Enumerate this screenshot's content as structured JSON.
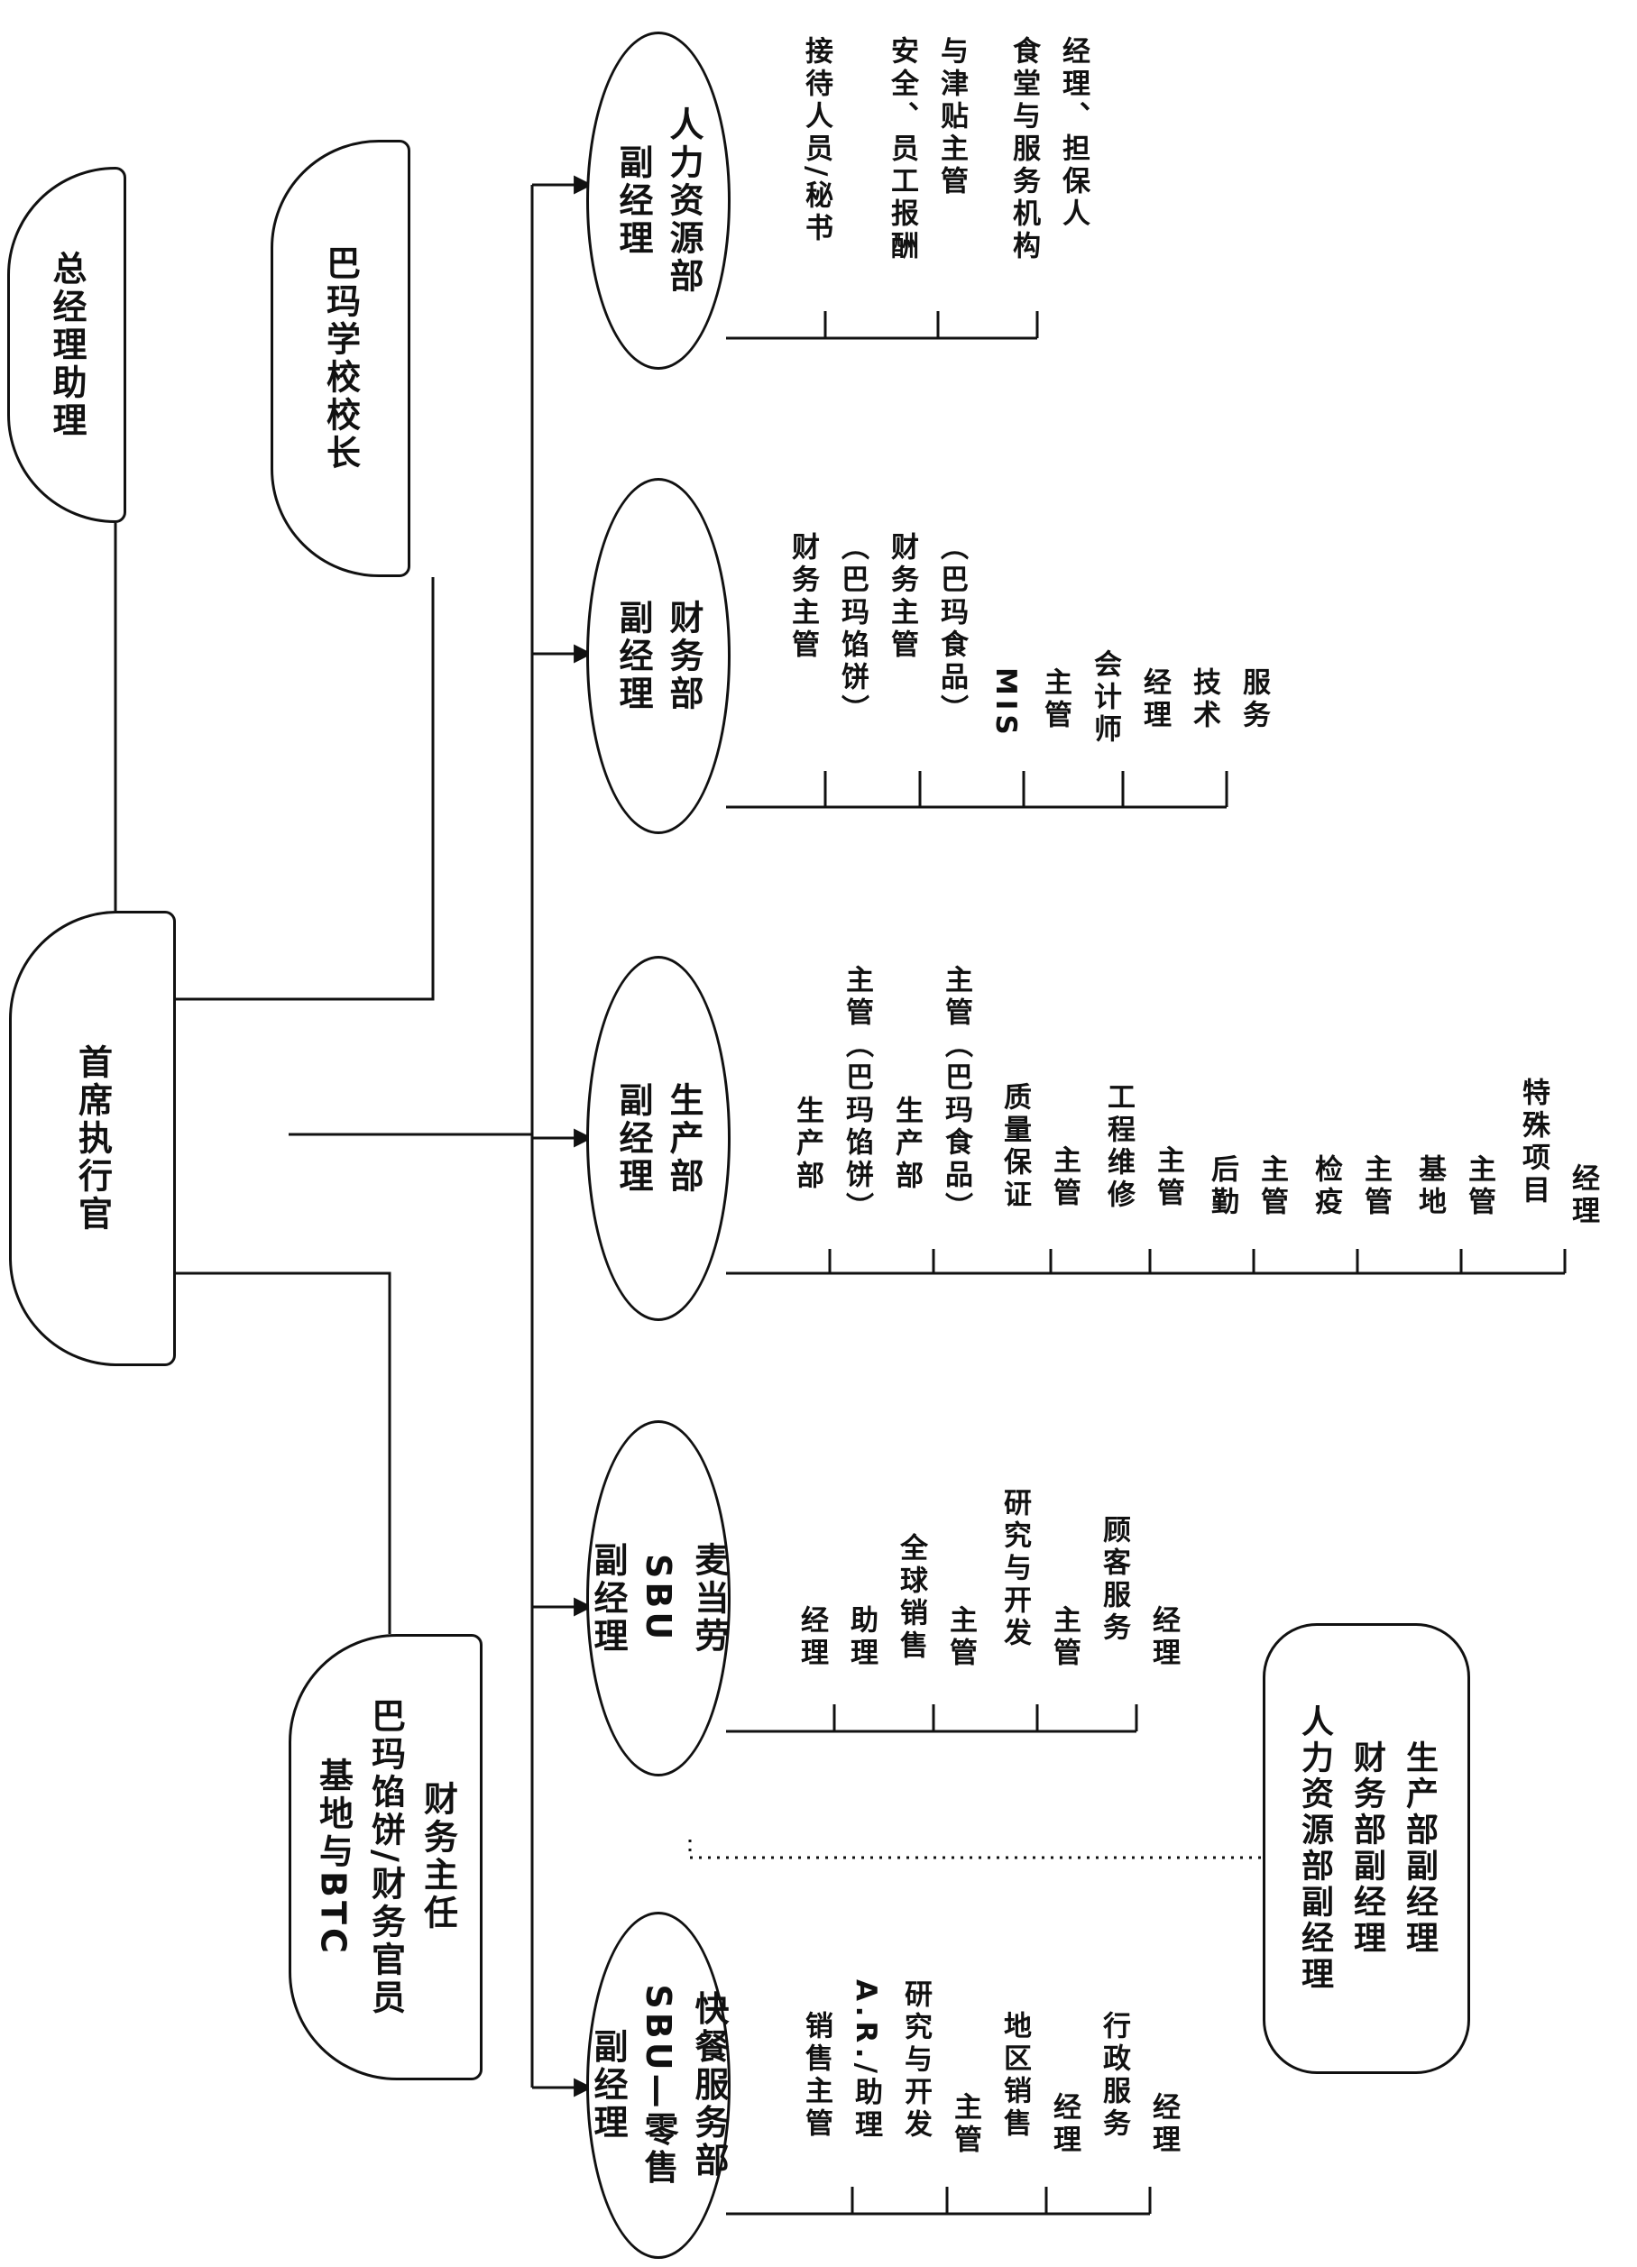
{
  "ceo": "首席执行官",
  "assistant_gm": "总经理助理",
  "school_principal": "巴玛学校校长",
  "finance_director": [
    "财务主任",
    "巴玛馅饼/财务官员",
    "基地与BTC"
  ],
  "departments": {
    "fastfood": {
      "title": [
        "快餐服务部",
        "SBU—零售",
        "副经理"
      ],
      "items": [
        "销售主管",
        "A.R./助理",
        "研究与开发",
        "主管",
        "地区销售",
        "经理",
        "行政服务",
        "经理"
      ]
    },
    "mcdonalds": {
      "title": [
        "麦当劳",
        "SBU",
        "副经理"
      ],
      "items": [
        "经理",
        "助理",
        "全球销售",
        "主管",
        "研究与开发",
        "主管",
        "顾客服务",
        "经理"
      ]
    },
    "production": {
      "title": [
        "生产部",
        "副经理"
      ],
      "items": [
        "生产部",
        "主管（巴玛馅饼）",
        "生产部",
        "主管（巴玛食品）",
        "质量保证",
        "主管",
        "工程维修",
        "主管",
        "后勤",
        "主管",
        "检疫",
        "主管",
        "基地",
        "主管",
        "特殊项目",
        "经理"
      ]
    },
    "finance": {
      "title": [
        "财务部",
        "副经理"
      ],
      "items": [
        "财务主管",
        "（巴玛馅饼）",
        "财务主管",
        "（巴玛食品）",
        "MIS",
        "主管",
        "会计师",
        "经理",
        "技术",
        "服务"
      ]
    },
    "hr": {
      "title": [
        "人力资源部",
        "副经理"
      ],
      "items": [
        "接待人员/秘书",
        "安全、员工报酬",
        "与津贴主管",
        "食堂与服务机构",
        "经理、担保人"
      ]
    }
  },
  "committee": [
    "生产部副经理",
    "财务部副经理",
    "人力资源部副经理"
  ]
}
